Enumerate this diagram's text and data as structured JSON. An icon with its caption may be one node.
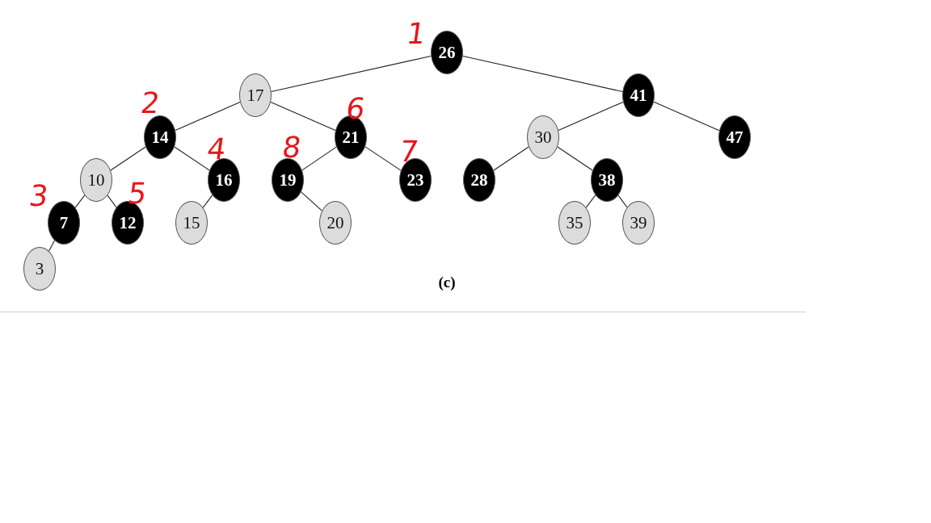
{
  "diagram": {
    "caption": "(c)",
    "nodes": [
      {
        "text": [
          "26"
        ]
      },
      {
        "text": [
          "17"
        ]
      },
      {
        "text": [
          "41"
        ]
      },
      {
        "text": [
          "14"
        ]
      },
      {
        "text": [
          "21"
        ]
      },
      {
        "text": [
          "30"
        ]
      },
      {
        "text": [
          "47"
        ]
      },
      {
        "text": [
          "10"
        ]
      },
      {
        "text": [
          "16"
        ]
      },
      {
        "text": [
          "19"
        ]
      },
      {
        "text": [
          "23"
        ]
      },
      {
        "text": [
          "28"
        ]
      },
      {
        "text": [
          "38"
        ]
      },
      {
        "text": [
          "7"
        ]
      },
      {
        "text": [
          "12"
        ]
      },
      {
        "text": [
          "15"
        ]
      },
      {
        "text": [
          "20"
        ]
      },
      {
        "text": [
          "35"
        ]
      },
      {
        "text": [
          "39"
        ]
      },
      {
        "text": [
          "3"
        ]
      }
    ],
    "edges": [
      {
        "from": 0,
        "to": 1,
        "arrow": "none"
      },
      {
        "from": 0,
        "to": 2,
        "arrow": "none"
      },
      {
        "from": 1,
        "to": 3,
        "arrow": "none"
      },
      {
        "from": 1,
        "to": 4,
        "arrow": "none"
      },
      {
        "from": 2,
        "to": 5,
        "arrow": "none"
      },
      {
        "from": 2,
        "to": 6,
        "arrow": "none"
      },
      {
        "from": 3,
        "to": 7,
        "arrow": "none"
      },
      {
        "from": 3,
        "to": 8,
        "arrow": "none"
      },
      {
        "from": 4,
        "to": 9,
        "arrow": "none"
      },
      {
        "from": 4,
        "to": 10,
        "arrow": "none"
      },
      {
        "from": 5,
        "to": 11,
        "arrow": "none"
      },
      {
        "from": 5,
        "to": 12,
        "arrow": "none"
      },
      {
        "from": 7,
        "to": 13,
        "arrow": "none"
      },
      {
        "from": 7,
        "to": 14,
        "arrow": "none"
      },
      {
        "from": 8,
        "to": 15,
        "arrow": "none"
      },
      {
        "from": 9,
        "to": 16,
        "arrow": "none"
      },
      {
        "from": 12,
        "to": 17,
        "arrow": "none"
      },
      {
        "from": 12,
        "to": 18,
        "arrow": "none"
      },
      {
        "from": 13,
        "to": 19,
        "arrow": "none"
      }
    ],
    "labels": [
      "1",
      "2",
      "6",
      "8",
      "4",
      "7",
      "5",
      "3"
    ]
  }
}
